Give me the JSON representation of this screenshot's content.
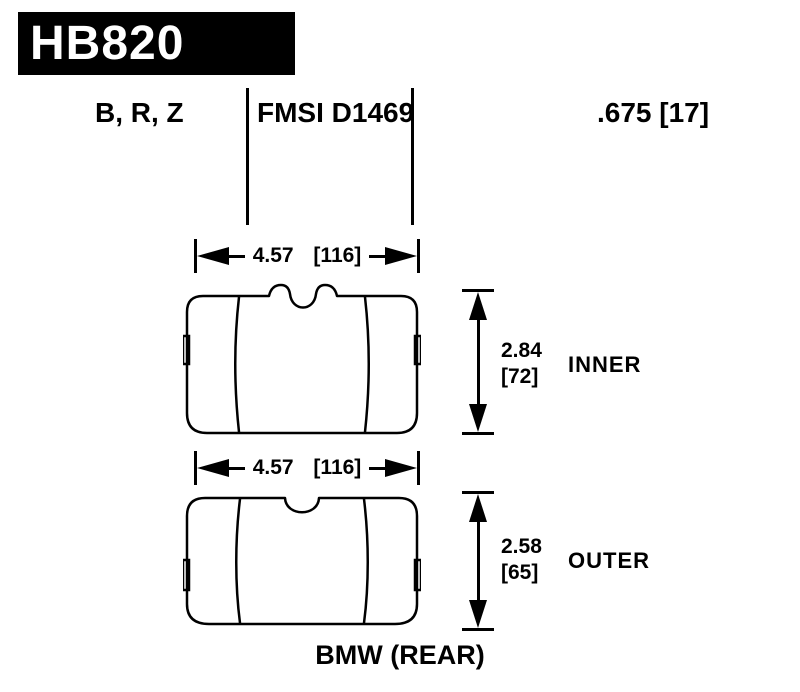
{
  "header": {
    "part_number": "HB820",
    "compounds": "B, R, Z",
    "fmsi": "FMSI D1469",
    "thickness": ".675 [17]"
  },
  "inner_pad": {
    "width_dim": "4.57 [116]",
    "height_in": "2.84",
    "height_mm": "[72]",
    "label": "INNER"
  },
  "outer_pad": {
    "width_dim": "4.57 [116]",
    "height_in": "2.58",
    "height_mm": "[65]",
    "label": "OUTER"
  },
  "footer": {
    "application": "BMW (REAR)"
  }
}
